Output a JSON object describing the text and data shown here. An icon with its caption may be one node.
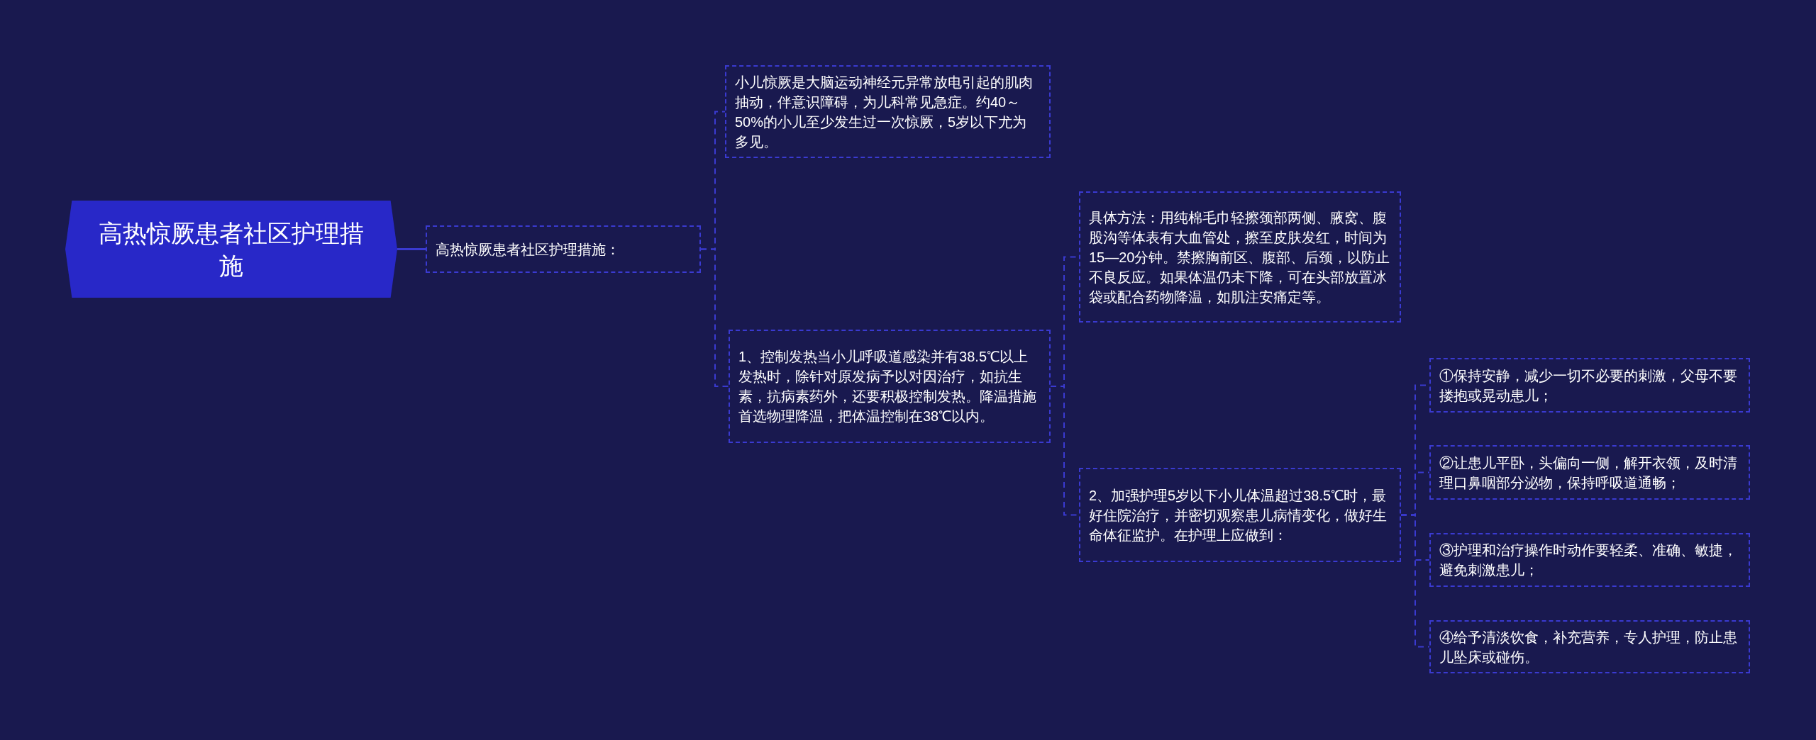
{
  "diagram": {
    "nodes": [
      {
        "text": [
          "高热惊厥患者社区护理措施"
        ]
      },
      {
        "text": [
          "高热惊厥患者社区护理措施："
        ]
      },
      {
        "text": [
          "小儿惊厥是大脑运动神经元异常放电引起的肌肉抽动，伴意识障碍，为儿科常见急症。约40～50%的小儿至少发生过一次惊厥，5岁以下尤为多见。"
        ]
      },
      {
        "text": [
          "1、控制发热当小儿呼吸道感染并有38.5℃以上发热时，除针对原发病予以对因治疗，如抗生素，抗病素药外，还要积极控制发热。降温措施首选物理降温，把体温控制在38℃以内。"
        ]
      },
      {
        "text": [
          "具体方法：用纯棉毛巾轻擦颈部两侧、腋窝、腹股沟等体表有大血管处，擦至皮肤发红，时间为15—20分钟。禁擦胸前区、腹部、后颈，以防止不良反应。如果体温仍未下降，可在头部放置冰袋或配合药物降温，如肌注安痛定等。"
        ]
      },
      {
        "text": [
          "2、加强护理5岁以下小儿体温超过38.5℃时，最好住院治疗，并密切观察患儿病情变化，做好生命体征监护。在护理上应做到："
        ]
      },
      {
        "text": [
          "①保持安静，减少一切不必要的刺激，父母不要搂抱或晃动患儿；"
        ]
      },
      {
        "text": [
          "②让患儿平卧，头偏向一侧，解开衣领，及时清理口鼻咽部分泌物，保持呼吸道通畅；"
        ]
      },
      {
        "text": [
          "③护理和治疗操作时动作要轻柔、准确、敏捷，避免刺激患儿；"
        ]
      },
      {
        "text": [
          "④给予清淡饮食，补充营养，专人护理，防止患儿坠床或碰伤。"
        ]
      }
    ],
    "edges": [
      {
        "from": 0,
        "to": 1,
        "arrow": "none"
      },
      {
        "from": 1,
        "to": 2,
        "arrow": "none",
        "style": "dashed"
      },
      {
        "from": 1,
        "to": 3,
        "arrow": "none",
        "style": "dashed"
      },
      {
        "from": 3,
        "to": 4,
        "arrow": "none",
        "style": "dashed"
      },
      {
        "from": 3,
        "to": 5,
        "arrow": "none",
        "style": "dashed"
      },
      {
        "from": 5,
        "to": 6,
        "arrow": "none",
        "style": "dashed"
      },
      {
        "from": 5,
        "to": 7,
        "arrow": "none",
        "style": "dashed"
      },
      {
        "from": 5,
        "to": 8,
        "arrow": "none",
        "style": "dashed"
      },
      {
        "from": 5,
        "to": 9,
        "arrow": "none",
        "style": "dashed"
      }
    ]
  }
}
